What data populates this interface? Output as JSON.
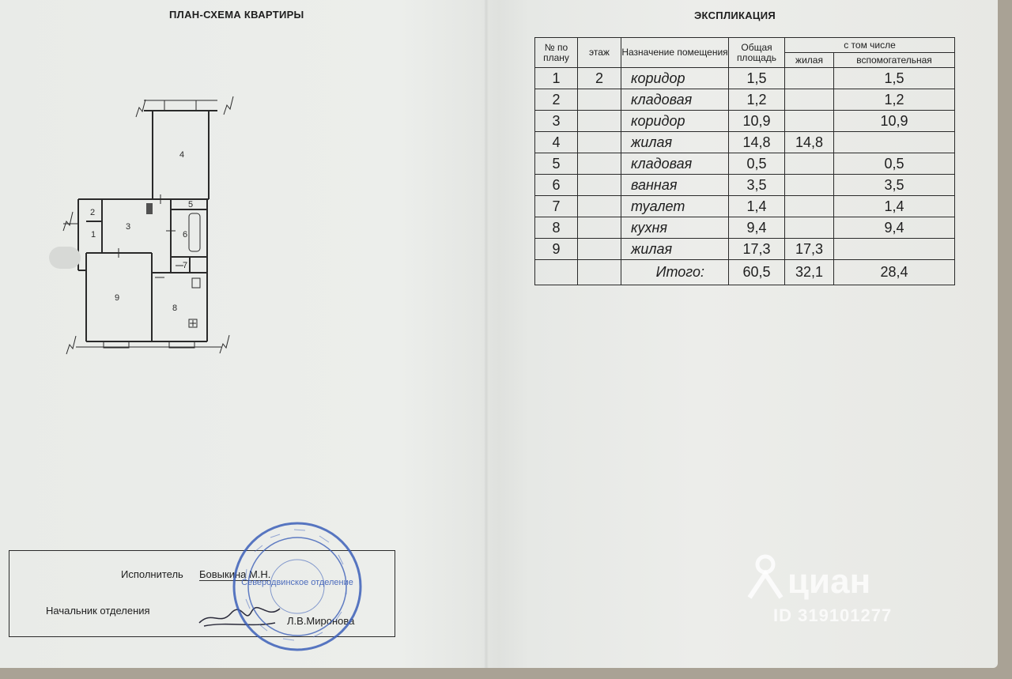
{
  "plan": {
    "title": "ПЛАН-СХЕМА КВАРТИРЫ",
    "room_numbers": [
      "1",
      "2",
      "3",
      "4",
      "5",
      "6",
      "7",
      "8",
      "9"
    ]
  },
  "explication": {
    "title": "ЭКСПЛИКАЦИЯ",
    "headers": {
      "num": "№ по плану",
      "floor": "этаж",
      "purpose": "Назначение помещения",
      "total_area": "Общая площадь",
      "including": "с том числе",
      "living": "жилая",
      "auxiliary": "вспомогательная"
    },
    "rows": [
      {
        "num": "1",
        "floor": "2",
        "name": "коридор",
        "total": "1,5",
        "living": "",
        "aux": "1,5"
      },
      {
        "num": "2",
        "floor": "",
        "name": "кладовая",
        "total": "1,2",
        "living": "",
        "aux": "1,2"
      },
      {
        "num": "3",
        "floor": "",
        "name": "коридор",
        "total": "10,9",
        "living": "",
        "aux": "10,9"
      },
      {
        "num": "4",
        "floor": "",
        "name": "жилая",
        "total": "14,8",
        "living": "14,8",
        "aux": ""
      },
      {
        "num": "5",
        "floor": "",
        "name": "кладовая",
        "total": "0,5",
        "living": "",
        "aux": "0,5"
      },
      {
        "num": "6",
        "floor": "",
        "name": "ванная",
        "total": "3,5",
        "living": "",
        "aux": "3,5"
      },
      {
        "num": "7",
        "floor": "",
        "name": "туалет",
        "total": "1,4",
        "living": "",
        "aux": "1,4"
      },
      {
        "num": "8",
        "floor": "",
        "name": "кухня",
        "total": "9,4",
        "living": "",
        "aux": "9,4"
      },
      {
        "num": "9",
        "floor": "",
        "name": "жилая",
        "total": "17,3",
        "living": "17,3",
        "aux": ""
      }
    ],
    "total": {
      "label": "Итого:",
      "total": "60,5",
      "living": "32,1",
      "aux": "28,4"
    }
  },
  "signatures": {
    "executor_label": "Исполнитель",
    "executor_name": "Бовыкина М.Н.",
    "head_label": "Начальник отделения",
    "head_name": "Л.В.Миронова",
    "stamp_text": "Северодвинское отделение"
  },
  "watermark": {
    "brand": "циан",
    "id": "ID 319101277"
  }
}
